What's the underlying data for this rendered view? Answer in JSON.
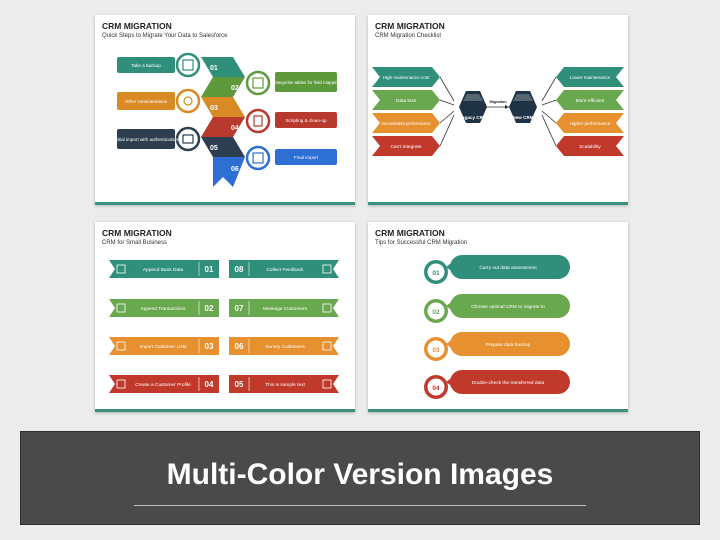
{
  "colors": {
    "teal": "#2f8f7b",
    "green": "#6aa84f",
    "orange": "#e69030",
    "red": "#c0392b",
    "navy": "#2c3e50",
    "blue": "#2e6fd6"
  },
  "slide1": {
    "title": "CRM MIGRATION",
    "subtitle": "Quick Steps to Migrate Your Data to Salesforce",
    "steps": [
      {
        "num": "01",
        "label": "Take a backup"
      },
      {
        "num": "02",
        "label": "Categorise tables for field mapping"
      },
      {
        "num": "03",
        "label": "Other considerations"
      },
      {
        "num": "04",
        "label": "Scripting & clean-up"
      },
      {
        "num": "05",
        "label": "Initial import with authentication"
      },
      {
        "num": "06",
        "label": "Final import"
      }
    ]
  },
  "slide2": {
    "title": "CRM MIGRATION",
    "subtitle": "CRM Migration Checklist",
    "left": [
      "High maintenance cost",
      "Data loss",
      "Inconsistent performance",
      "Can't integrate"
    ],
    "right": [
      "Lower maintenance",
      "More efficient",
      "Higher performance",
      "Scalability"
    ],
    "legacy": "Legacy CRM",
    "newcrm": "New CRM",
    "arrow": "Migration"
  },
  "slide3": {
    "title": "CRM MIGRATION",
    "subtitle": "CRM for Small Business",
    "left": [
      {
        "num": "01",
        "label": "Append Bank Data"
      },
      {
        "num": "02",
        "label": "Append Transactions"
      },
      {
        "num": "03",
        "label": "Import Customer Lists"
      },
      {
        "num": "04",
        "label": "Create a Customer Profile"
      }
    ],
    "right": [
      {
        "num": "08",
        "label": "Collect Feedback"
      },
      {
        "num": "07",
        "label": "Message Customers"
      },
      {
        "num": "06",
        "label": "Survey Customers"
      },
      {
        "num": "05",
        "label": "This is sample text"
      }
    ]
  },
  "slide4": {
    "title": "CRM MIGRATION",
    "subtitle": "Tips for Successful CRM Migration",
    "tips": [
      {
        "num": "01",
        "label": "Carry out data assessment"
      },
      {
        "num": "02",
        "label": "Choose optimal CRM to migrate to"
      },
      {
        "num": "03",
        "label": "Prepare data backup"
      },
      {
        "num": "04",
        "label": "Double-check the transferred data"
      }
    ]
  },
  "banner": {
    "title": "Multi-Color Version Images"
  }
}
